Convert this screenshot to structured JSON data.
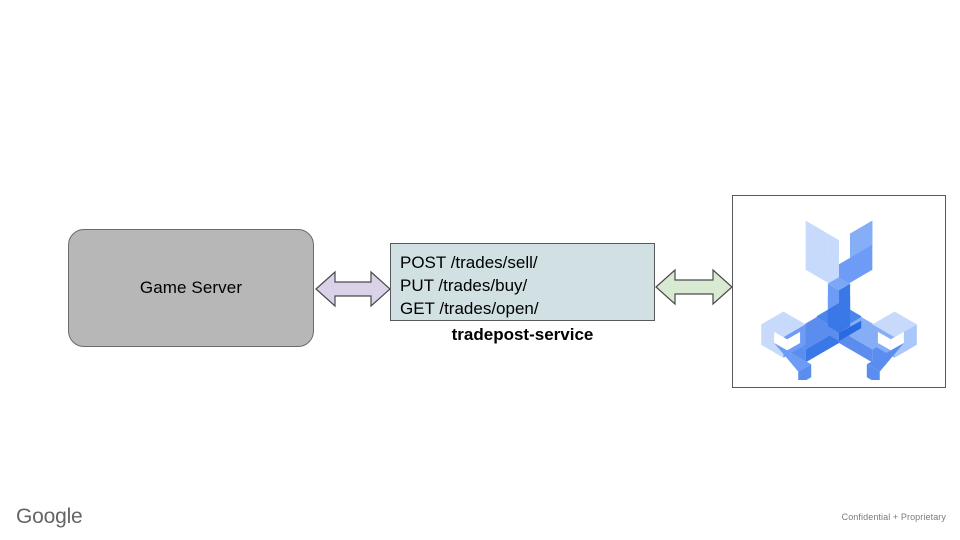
{
  "slide": {
    "background_color": "#ffffff",
    "title_present": false
  },
  "nodes": {
    "game_server": {
      "label": "Game Server",
      "fill_color": "#b7b7b7",
      "border_color": "#6b6b6b",
      "shape": "rounded-rectangle"
    },
    "service": {
      "caption": "tradepost-service",
      "fill_color": "#d0e0e3",
      "border_color": "#595959",
      "endpoints": [
        "POST /trades/sell/",
        "PUT /trades/buy/",
        "GET /trades/open/"
      ]
    },
    "logo_panel": {
      "icon_name": "isometric-three-prong-wrench-icon",
      "border_color": "#595959",
      "palette": {
        "light": "#c7dafc",
        "medium_light": "#a8c7fa",
        "medium": "#7ba7f7",
        "base": "#5b8def",
        "dark": "#3b78e7",
        "darkest": "#2a6ae0"
      }
    }
  },
  "connectors": {
    "left_arrow": {
      "name": "game-server-to-service-arrow",
      "direction": "bidirectional",
      "fill_color": "#d9d2e9",
      "stroke_color": "#4a4a4a"
    },
    "right_arrow": {
      "name": "service-to-backend-arrow",
      "direction": "bidirectional",
      "fill_color": "#d9ead3",
      "stroke_color": "#4a4a4a"
    }
  },
  "footer": {
    "brand": "Google",
    "note": "Confidential + Proprietary",
    "brand_color": "#666666",
    "note_color": "#7a7a7a"
  }
}
